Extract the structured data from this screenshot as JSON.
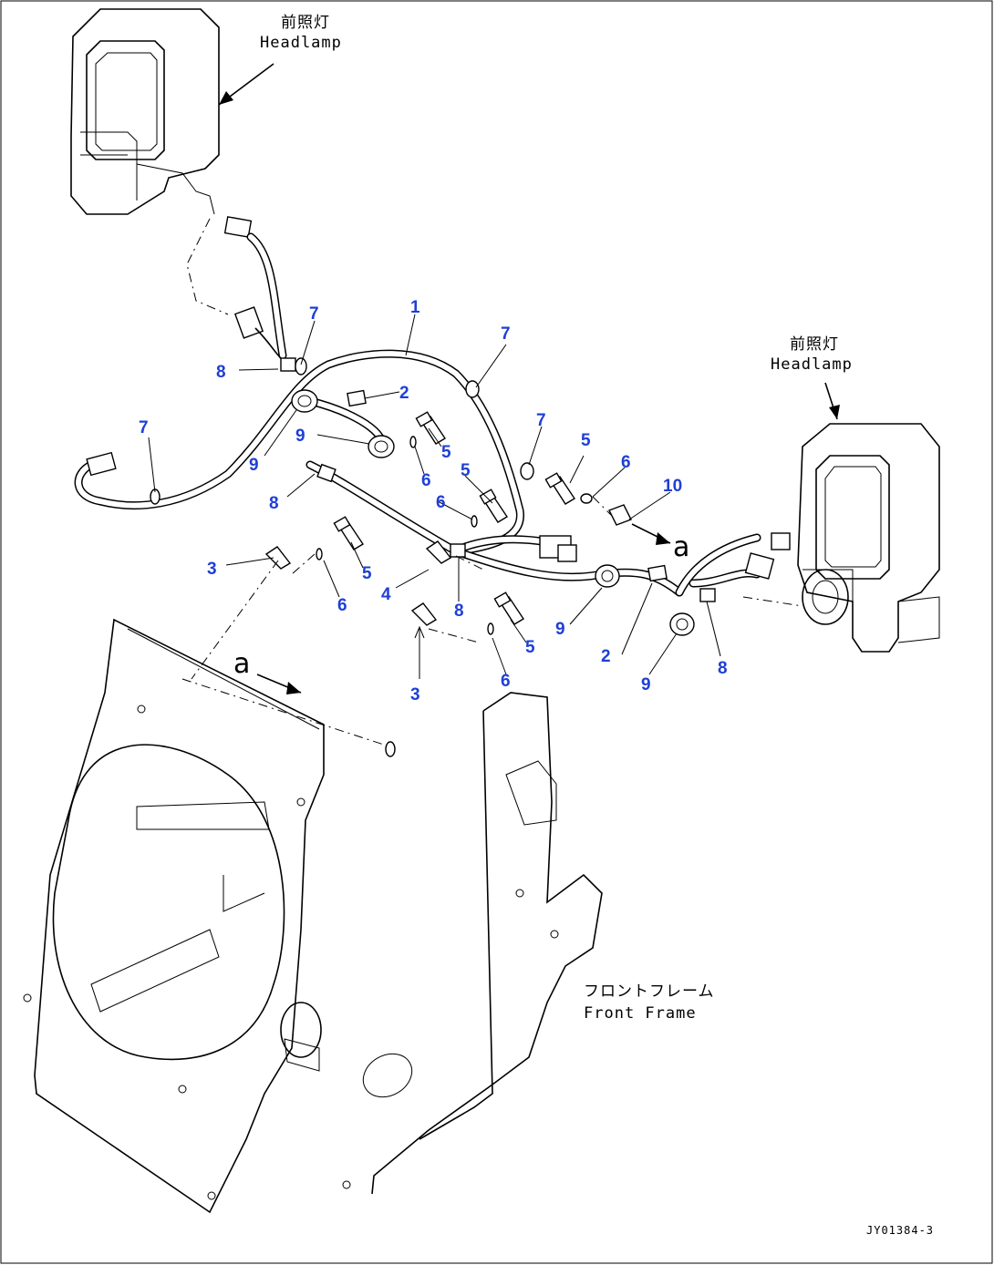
{
  "labels": {
    "headlamp_left_jp": "前照灯",
    "headlamp_left_en": "Headlamp",
    "headlamp_right_jp": "前照灯",
    "headlamp_right_en": "Headlamp",
    "frame_jp": "フロントフレーム",
    "frame_en": "Front Frame",
    "view_a_top": "a",
    "view_a_bottom": "a",
    "figure_code": "JY01384-3"
  },
  "callouts": {
    "c1": "1",
    "c2a": "2",
    "c2b": "2",
    "c3a": "3",
    "c3b": "3",
    "c4": "4",
    "c5a": "5",
    "c5b": "5",
    "c5c": "5",
    "c5d": "5",
    "c5e": "5",
    "c6a": "6",
    "c6b": "6",
    "c6c": "6",
    "c6d": "6",
    "c6e": "6",
    "c7a": "7",
    "c7b": "7",
    "c7c": "7",
    "c7d": "7",
    "c8a": "8",
    "c8b": "8",
    "c8c": "8",
    "c8d": "8",
    "c9a": "9",
    "c9b": "9",
    "c9c": "9",
    "c9d": "9",
    "c10": "10"
  },
  "colors": {
    "callout": "#1f3fd6",
    "line": "#000000",
    "background": "#ffffff"
  }
}
